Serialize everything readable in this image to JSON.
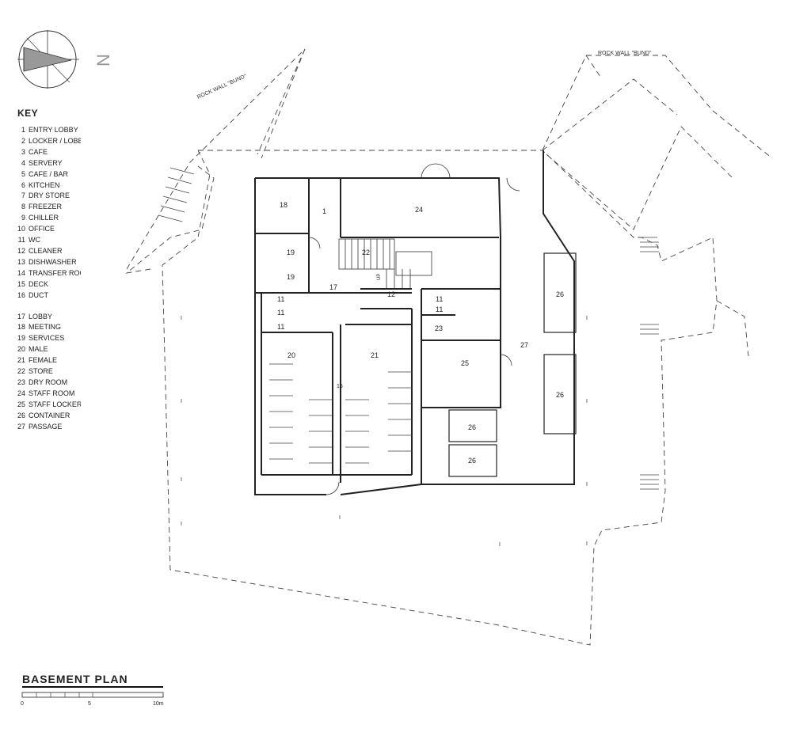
{
  "north": {
    "label": "N"
  },
  "rock_wall_labels": [
    "ROCK WALL \"BUND\"",
    "ROCK WALL \"BUND\""
  ],
  "key": {
    "title": "KEY",
    "items": [
      {
        "n": "1",
        "label": "ENTRY LOBBY"
      },
      {
        "n": "2",
        "label": "LOCKER / LOBBY"
      },
      {
        "n": "3",
        "label": "CAFE"
      },
      {
        "n": "4",
        "label": "SERVERY"
      },
      {
        "n": "5",
        "label": "CAFE / BAR"
      },
      {
        "n": "6",
        "label": "KITCHEN"
      },
      {
        "n": "7",
        "label": "DRY STORE"
      },
      {
        "n": "8",
        "label": "FREEZER"
      },
      {
        "n": "9",
        "label": "CHILLER"
      },
      {
        "n": "10",
        "label": "OFFICE"
      },
      {
        "n": "11",
        "label": "WC"
      },
      {
        "n": "12",
        "label": "CLEANER"
      },
      {
        "n": "13",
        "label": "DISHWASHER"
      },
      {
        "n": "14",
        "label": "TRANSFER ROOM"
      },
      {
        "n": "15",
        "label": "DECK"
      },
      {
        "n": "16",
        "label": "DUCT"
      },
      {
        "n": "17",
        "label": "LOBBY"
      },
      {
        "n": "18",
        "label": "MEETING"
      },
      {
        "n": "19",
        "label": "SERVICES"
      },
      {
        "n": "20",
        "label": "MALE"
      },
      {
        "n": "21",
        "label": "FEMALE"
      },
      {
        "n": "22",
        "label": "STORE"
      },
      {
        "n": "23",
        "label": "DRY ROOM"
      },
      {
        "n": "24",
        "label": "STAFF ROOM"
      },
      {
        "n": "25",
        "label": "STAFF LOCKER"
      },
      {
        "n": "26",
        "label": "CONTAINER"
      },
      {
        "n": "27",
        "label": "PASSAGE"
      }
    ]
  },
  "room_labels": [
    "18",
    "1",
    "24",
    "19",
    "19",
    "22",
    "UP",
    "17",
    "12",
    "11",
    "11",
    "11",
    "11",
    "11",
    "23",
    "20",
    "21",
    "25",
    "27",
    "16",
    "26",
    "26",
    "26",
    "26"
  ],
  "plan_title": "BASEMENT PLAN",
  "scale_bar": {
    "ticks": [
      "0",
      "5",
      "10m"
    ]
  }
}
